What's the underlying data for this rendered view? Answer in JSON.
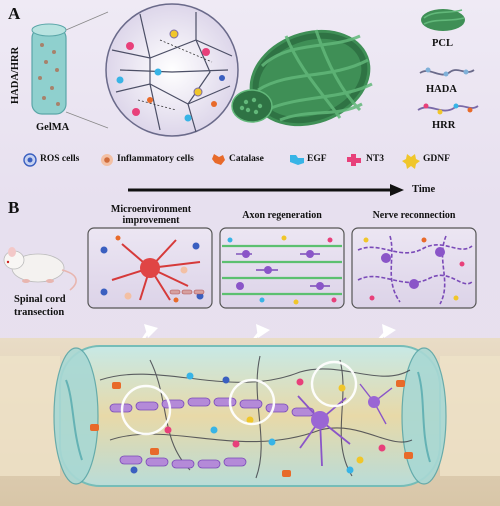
{
  "panel_a": {
    "letter": "A",
    "scaffold_inner_label": "HADA/HRR",
    "scaffold_outer_label": "GelMA",
    "components": [
      {
        "label": "PCL",
        "color": "#3fa060"
      },
      {
        "label": "HADA",
        "color": "#6a6a8a"
      },
      {
        "label": "HRR",
        "color": "#7a6aa8"
      }
    ],
    "legend": [
      {
        "label": "ROS cells",
        "icon": "ros-cell-icon",
        "color": "#3a5fc0"
      },
      {
        "label": "Inflammatory cells",
        "icon": "inflammatory-cell-icon",
        "color": "#e58a60"
      },
      {
        "label": "Catalase",
        "icon": "catalase-icon",
        "color": "#e86a2a"
      },
      {
        "label": "EGF",
        "icon": "egf-icon",
        "color": "#38b4e6"
      },
      {
        "label": "NT3",
        "icon": "nt3-icon",
        "color": "#e8407a"
      },
      {
        "label": "GDNF",
        "icon": "gdnf-icon",
        "color": "#f0c62a"
      }
    ]
  },
  "panel_b": {
    "letter": "B",
    "time_label": "Time",
    "stages": [
      {
        "title": "Microenvironment improvement"
      },
      {
        "title": "Axon regeneration"
      },
      {
        "title": "Nerve reconnection"
      }
    ],
    "injury_label_1": "Spinal cord",
    "injury_label_2": "transection"
  }
}
